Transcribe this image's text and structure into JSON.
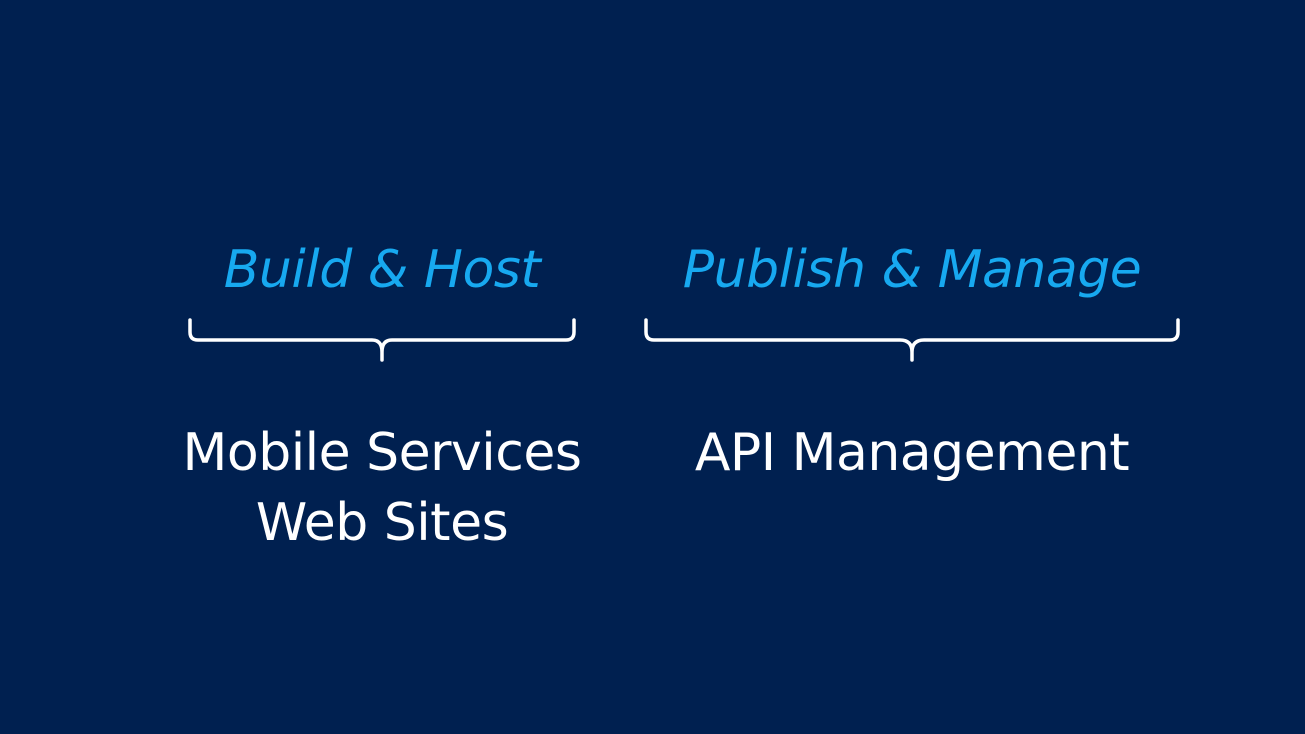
{
  "colors": {
    "background": "#002050",
    "heading": "#17a9f0",
    "text": "#ffffff"
  },
  "columns": [
    {
      "heading": "Build & Host",
      "items": [
        "Mobile Services",
        "Web Sites"
      ]
    },
    {
      "heading": "Publish & Manage",
      "items": [
        "API Management"
      ]
    }
  ]
}
